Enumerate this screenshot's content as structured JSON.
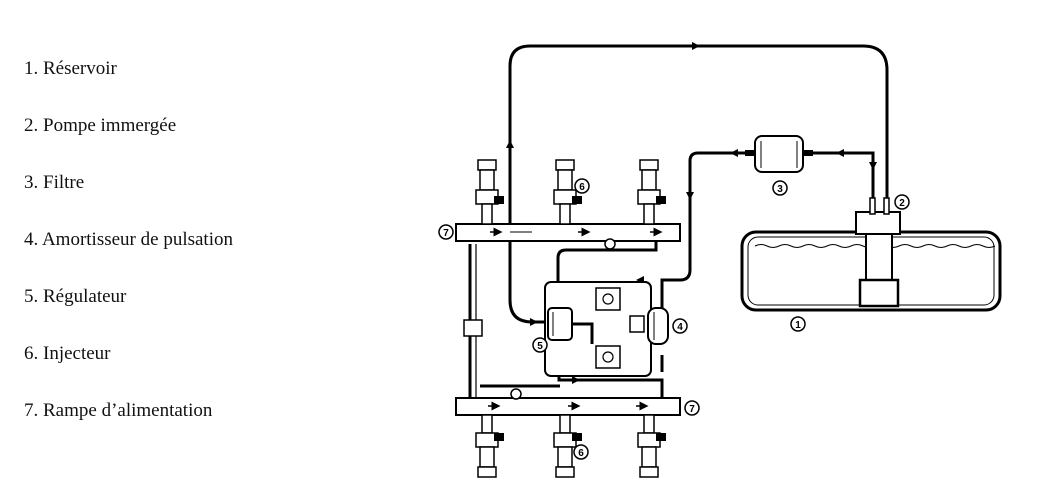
{
  "legend": {
    "items": [
      {
        "number": "1.",
        "label": "Réservoir"
      },
      {
        "number": "2.",
        "label": "Pompe immergée"
      },
      {
        "number": "3.",
        "label": "Filtre"
      },
      {
        "number": "4.",
        "label": "Amortisseur de pulsation"
      },
      {
        "number": "5.",
        "label": "Régulateur"
      },
      {
        "number": "6.",
        "label": "Injecteur"
      },
      {
        "number": "7.",
        "label": "Rampe d’alimentation"
      }
    ]
  },
  "diagram": {
    "callouts": {
      "reservoir": "1",
      "pump": "2",
      "filter": "3",
      "damper": "4",
      "regulator": "5",
      "injector_top": "6",
      "injector_bottom": "6",
      "rail_top": "7",
      "rail_bottom": "7"
    }
  }
}
